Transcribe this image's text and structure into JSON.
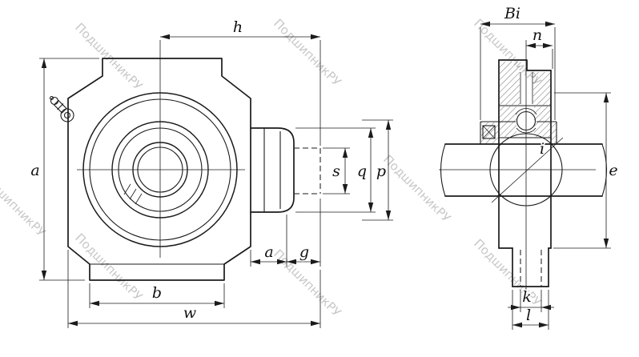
{
  "watermark": {
    "text": "ПодшипникРУ",
    "color": "#c8c8c8"
  },
  "labels": {
    "front": {
      "h": "h",
      "a_side": "a",
      "s": "s",
      "q": "q",
      "p": "p",
      "a_bottom": "a",
      "g": "g",
      "b": "b",
      "w": "w"
    },
    "side": {
      "Bi": "Bi",
      "n": "n",
      "i": "i",
      "e": "e",
      "k": "k",
      "l": "l"
    }
  },
  "colors": {
    "background": "#ffffff",
    "line": "#1b1b1b",
    "watermark": "#c8c8c8"
  }
}
